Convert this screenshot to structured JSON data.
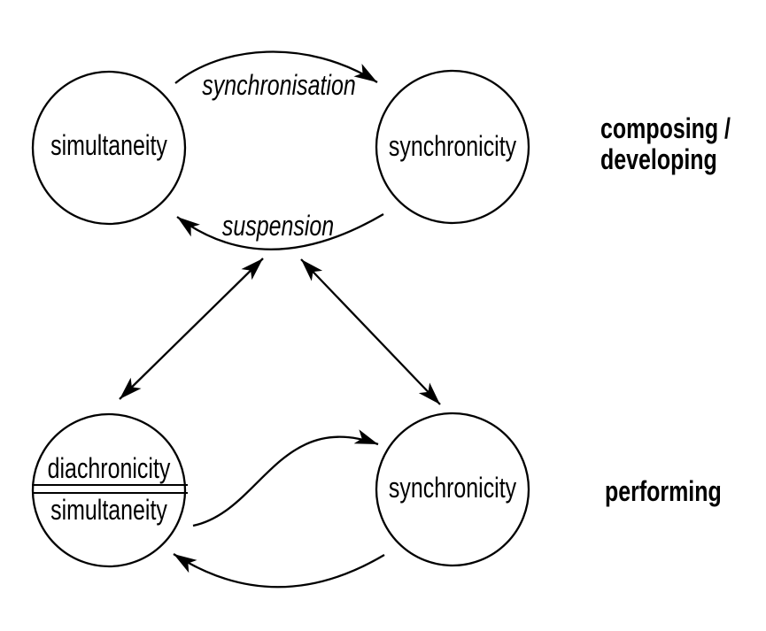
{
  "colors": {
    "background": "#ffffff",
    "ink": "#000000"
  },
  "nodes": {
    "top_left": {
      "label": "simultaneity"
    },
    "top_right": {
      "label": "synchronicity"
    },
    "bottom_left": {
      "label_upper": "diachronicity",
      "label_lower": "simultaneity"
    },
    "bottom_right": {
      "label": "synchronicity"
    }
  },
  "edges": {
    "synchronisation": {
      "label": "synchronisation",
      "from": "top-left-circle",
      "to": "top-right-circle",
      "style": "curved",
      "arrowheads": 1
    },
    "suspension": {
      "label": "suspension",
      "from": "top-right-circle",
      "to": "top-left-circle",
      "style": "curved",
      "arrowheads": 1
    },
    "left_vertical_link": {
      "label": "",
      "from": "suspension-arc",
      "to": "bottom-left-circle",
      "style": "straight",
      "arrowheads": 2
    },
    "right_vertical_link": {
      "label": "",
      "from": "suspension-arc",
      "to": "bottom-right-circle",
      "style": "straight",
      "arrowheads": 2
    },
    "bottom_forward": {
      "label": "",
      "from": "bottom-left-circle",
      "to": "bottom-right-circle",
      "style": "s-curve",
      "arrowheads": 1
    },
    "bottom_return": {
      "label": "",
      "from": "bottom-right-circle",
      "to": "bottom-left-circle",
      "style": "curved",
      "arrowheads": 1
    }
  },
  "section_labels": {
    "composing": {
      "line1": "composing /",
      "line2": "developing"
    },
    "performing": {
      "text": "performing"
    }
  }
}
